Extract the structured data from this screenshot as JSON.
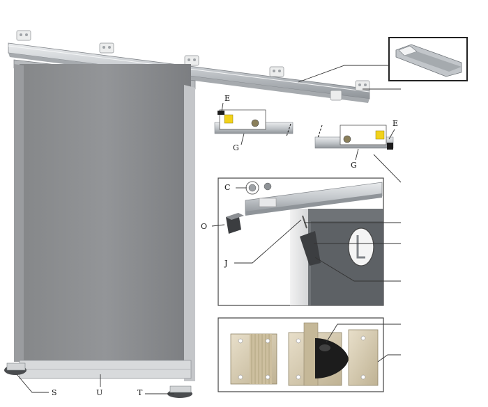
{
  "labels": {
    "e_top": "E",
    "e_right": "E",
    "g_left": "G",
    "g_right": "G",
    "c": "C",
    "o": "O",
    "j": "J",
    "s": "S",
    "u": "U",
    "t": "T"
  },
  "colors": {
    "rail": "#c9ccd0",
    "rail_dark": "#8f9499",
    "door": "#8d8f92",
    "door_edge": "#6f7175",
    "bracket": "#e6e7e9",
    "yellow_tag": "#f2d21b",
    "stopper_black": "#1c1c1c",
    "plate_gold": "#d6c9ad",
    "leader": "#333333",
    "frame": "#444444"
  }
}
